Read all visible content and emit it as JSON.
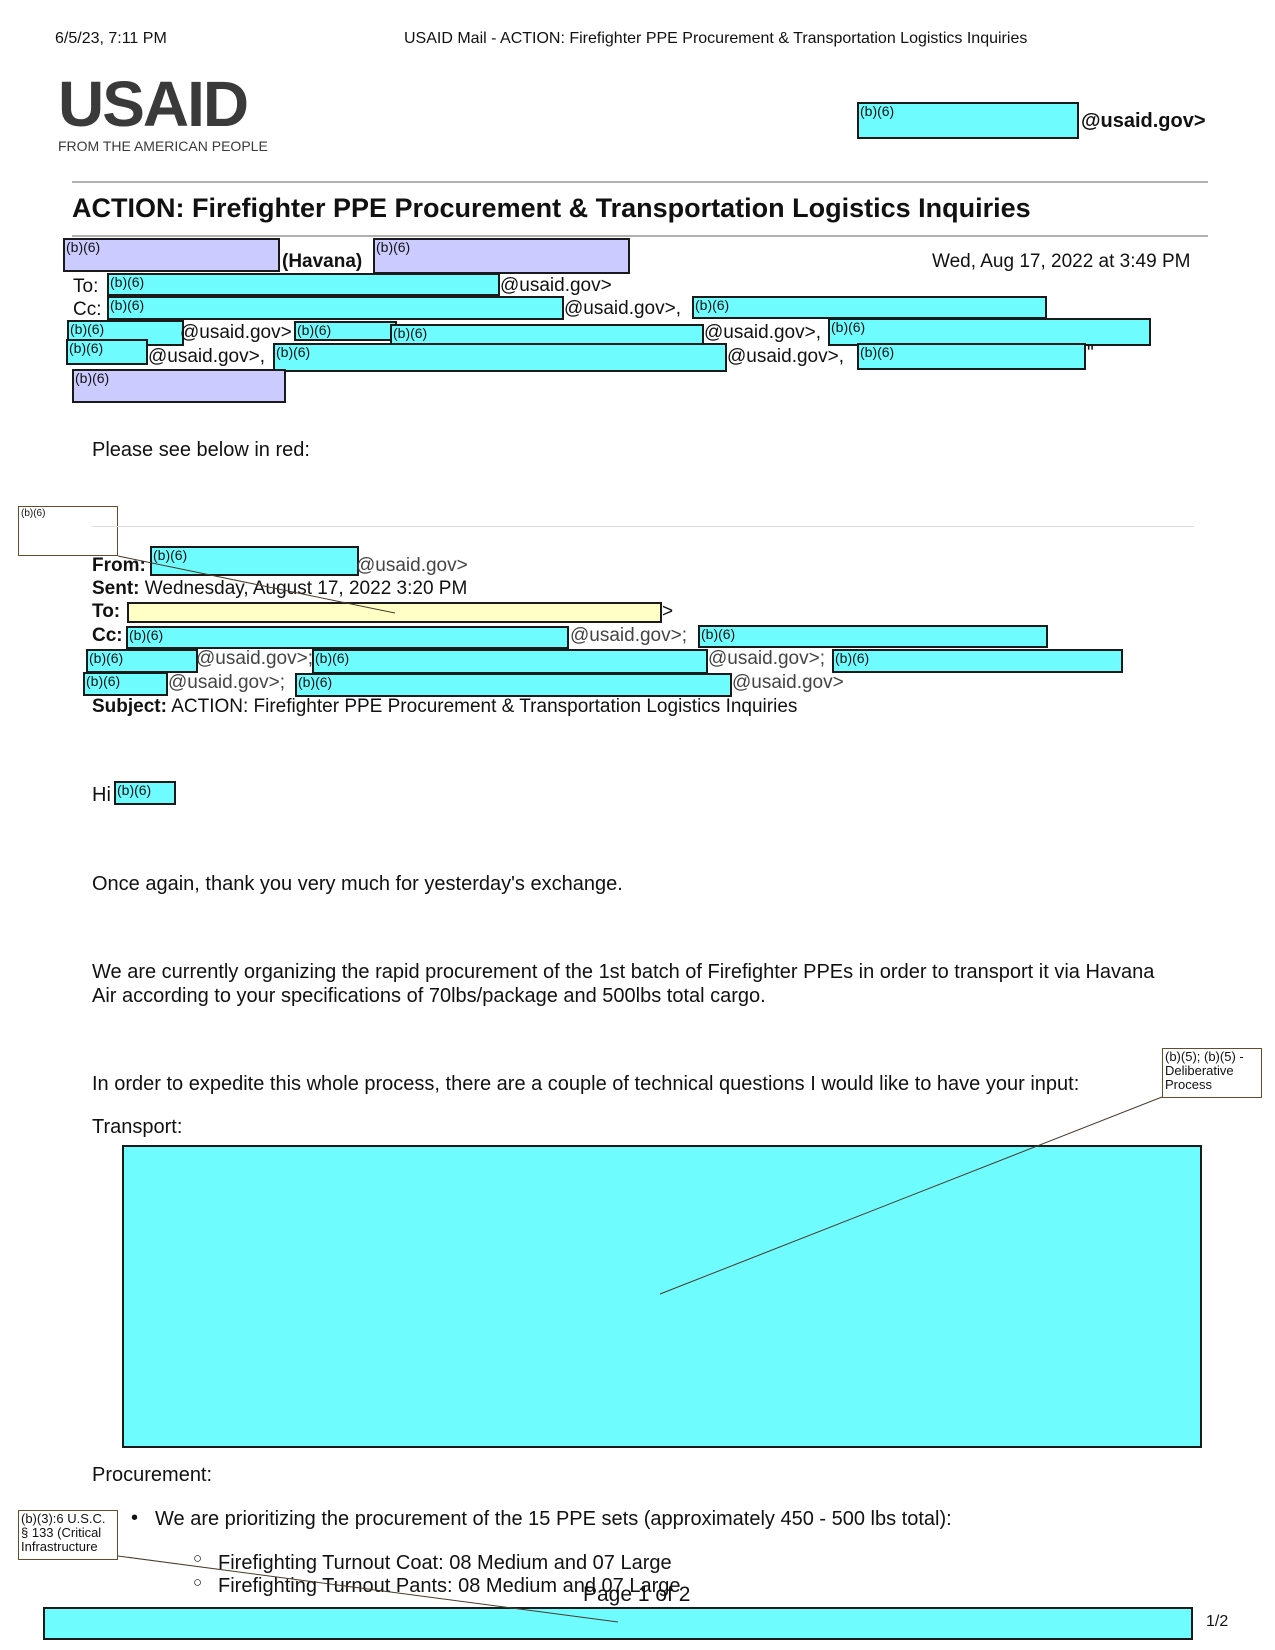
{
  "print_header": {
    "datetime": "6/5/23, 7:11 PM",
    "title": "USAID Mail - ACTION: Firefighter PPE Procurement & Transportation Logistics Inquiries"
  },
  "logo": {
    "name": "USAID",
    "tagline": "FROM THE AMERICAN PEOPLE"
  },
  "account": {
    "redaction": "(b)(6)",
    "suffix": "@usaid.gov>"
  },
  "email": {
    "subject": "ACTION: Firefighter PPE Procurement & Transportation Logistics Inquiries",
    "sender_suffix": "(Havana)",
    "date": "Wed, Aug 17, 2022 at 3:49 PM",
    "to_label": "To:",
    "cc_label": "Cc:",
    "usaid_gt": "@usaid.gov>",
    "usaid_gt_comma": "@usaid.gov>,",
    "usaid_gt_comma_sp": "@usaid.gov>,",
    "quote_char": "\""
  },
  "redaction_code": "(b)(6)",
  "body": {
    "intro": "Please see below in red:"
  },
  "quoted": {
    "from_label": "From:",
    "from_suffix": "@usaid.gov>",
    "sent_label": "Sent:",
    "sent_value": "Wednesday, August 17, 2022 3:20 PM",
    "to_label": "To:",
    "to_end": ">",
    "cc_label": "Cc:",
    "addr_semi": "@usaid.gov>;",
    "addr_end": "@usaid.gov>",
    "subject_label": "Subject:",
    "subject_value": "ACTION: Firefighter PPE Procurement & Transportation Logistics Inquiries",
    "greeting": "Hi",
    "para1": "Once again, thank you very much for yesterday's exchange.",
    "para2_line1": "We are currently organizing the rapid procurement of the 1st batch of Firefighter PPEs in order to transport it via Havana",
    "para2_line2": "Air according to your specifications of 70lbs/package and 500lbs total cargo.",
    "para3": "In order to expedite this whole process, there are a couple of technical questions I would like to have your input:",
    "transport_heading": "Transport:",
    "procurement_heading": "Procurement:",
    "bullet1": "We are prioritizing the procurement of the 15 PPE sets (approximately 450 - 500 lbs total):",
    "sub_bullets": [
      "Firefighting Turnout Coat: 08 Medium and 07 Large",
      "Firefighting Turnout Pants: 08 Medium and 07 Large"
    ]
  },
  "annotations": {
    "small_b6": "(b)(6)",
    "deliberative": "(b)(5); (b)(5) - Deliberative Process",
    "critical": "(b)(3):6 U.S.C. § 133 (Critical Infrastructure"
  },
  "footer": {
    "page_label": "Page 1 of 2",
    "page_count": "1/2"
  },
  "colors": {
    "redaction_cyan": "#6ffcff",
    "redaction_lavender": "#cccbff",
    "redaction_yellow": "#ffffc6"
  }
}
